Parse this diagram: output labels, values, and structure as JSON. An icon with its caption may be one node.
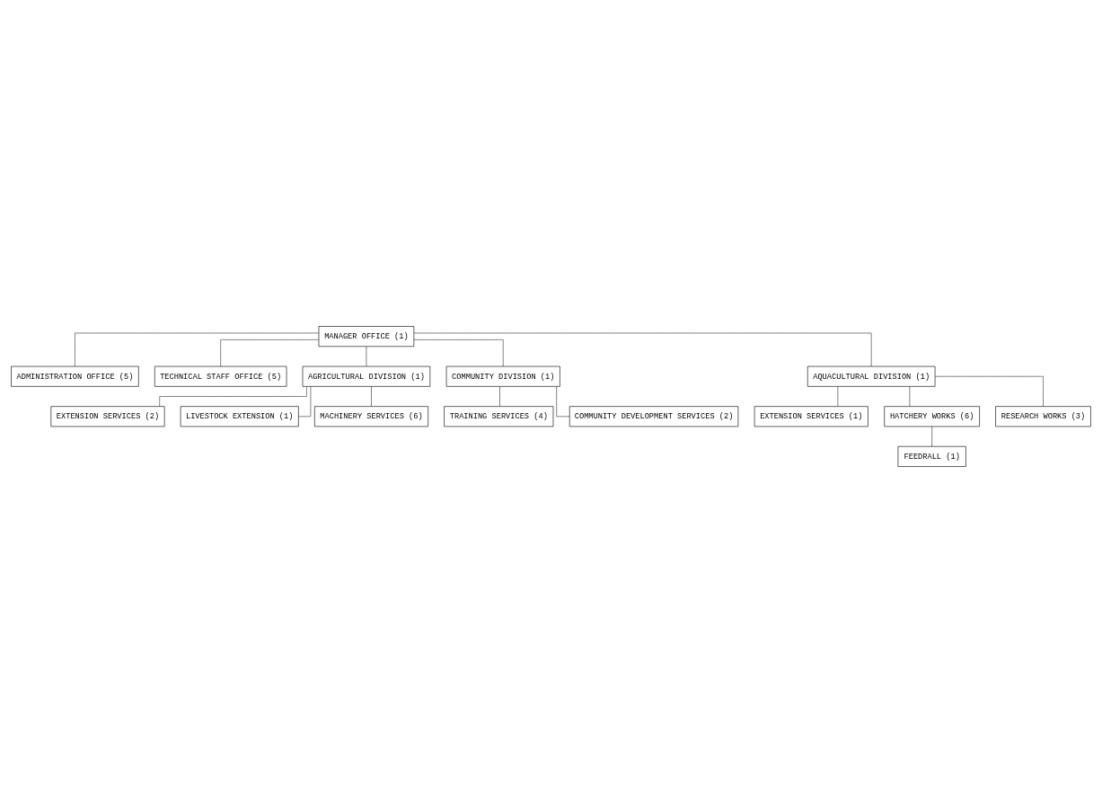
{
  "diagram": {
    "nodes": [
      {
        "text": [
          "MANAGER OFFICE (1)"
        ]
      },
      {
        "text": [
          "ADMINISTRATION OFFICE (5)"
        ]
      },
      {
        "text": [
          "TECHNICAL STAFF OFFICE (5)"
        ]
      },
      {
        "text": [
          "AGRICULTURAL DIVISION (1)"
        ]
      },
      {
        "text": [
          "COMMUNITY DIVISION (1)"
        ]
      },
      {
        "text": [
          "AQUACULTURAL DIVISION (1)"
        ]
      },
      {
        "text": [
          "EXTENSION SERVICES (2)"
        ]
      },
      {
        "text": [
          "LIVESTOCK EXTENSION (1)"
        ]
      },
      {
        "text": [
          "MACHINERY SERVICES (6)"
        ]
      },
      {
        "text": [
          "TRAINING SERVICES (4)"
        ]
      },
      {
        "text": [
          "COMMUNITY DEVELOPMENT SERVICES (2)"
        ]
      },
      {
        "text": [
          "EXTENSION SERVICES (1)"
        ]
      },
      {
        "text": [
          "HATCHERY WORKS (6)"
        ]
      },
      {
        "text": [
          "RESEARCH WORKS (3)"
        ]
      },
      {
        "text": [
          "FEEDRALL (1)"
        ]
      }
    ],
    "edges": [
      {
        "from": 0,
        "to": 1,
        "arrow": "none"
      },
      {
        "from": 0,
        "to": 2,
        "arrow": "none"
      },
      {
        "from": 0,
        "to": 3,
        "arrow": "none"
      },
      {
        "from": 0,
        "to": 4,
        "arrow": "none"
      },
      {
        "from": 0,
        "to": 5,
        "arrow": "none"
      },
      {
        "from": 3,
        "to": 6,
        "arrow": "none"
      },
      {
        "from": 3,
        "to": 7,
        "arrow": "none"
      },
      {
        "from": 3,
        "to": 8,
        "arrow": "none"
      },
      {
        "from": 4,
        "to": 9,
        "arrow": "none"
      },
      {
        "from": 4,
        "to": 10,
        "arrow": "none"
      },
      {
        "from": 5,
        "to": 11,
        "arrow": "none"
      },
      {
        "from": 5,
        "to": 12,
        "arrow": "none"
      },
      {
        "from": 5,
        "to": 13,
        "arrow": "none"
      },
      {
        "from": 12,
        "to": 14,
        "arrow": "none"
      }
    ]
  }
}
